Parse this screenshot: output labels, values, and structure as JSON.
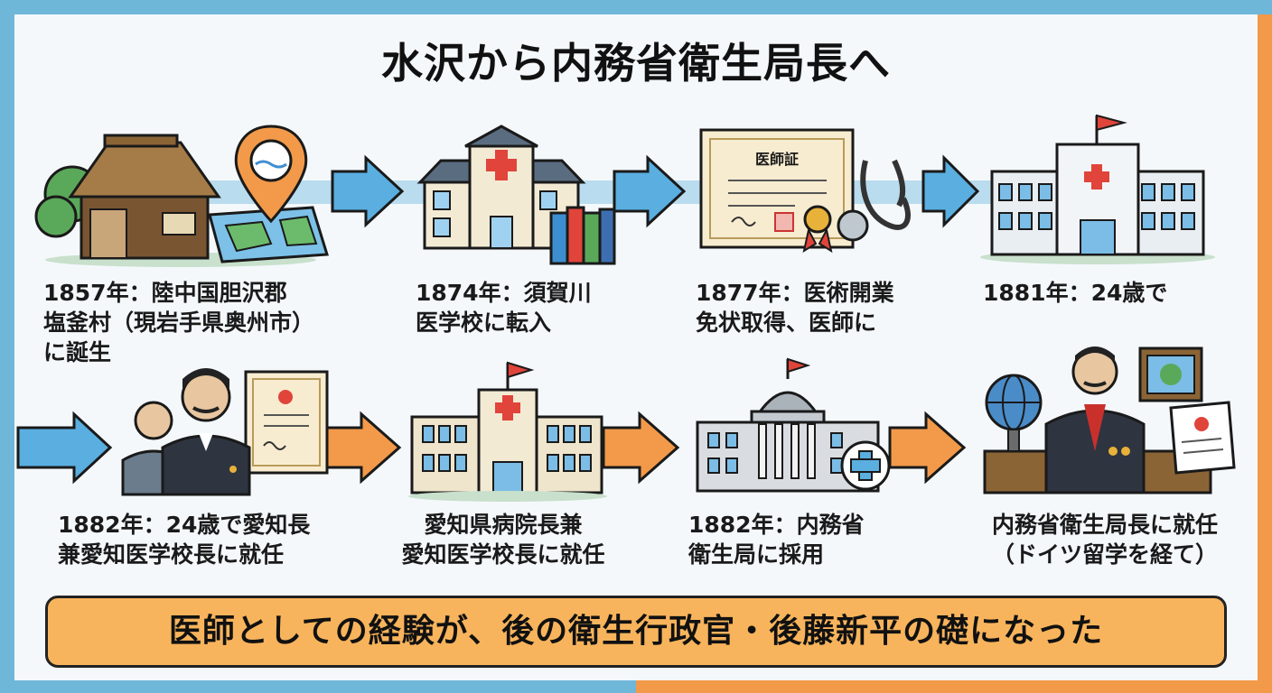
{
  "title": "水沢から内務省衛生局長へ",
  "steps": [
    {
      "caption": "1857年：陸中国胆沢郡\n塩釜村（現岩手県奥州市）\nに誕生",
      "icon": "thatched-house-map-icon"
    },
    {
      "caption": "1874年：須賀川\n医学校に転入",
      "icon": "hospital-books-icon"
    },
    {
      "caption": "1877年：医術開業\n免状取得、医師に",
      "icon": "certificate-stethoscope-icon"
    },
    {
      "caption": "1881年：24歳で",
      "icon": "hospital-building-icon"
    },
    {
      "caption": "1882年：24歳で愛知長\n兼愛知医学校長に就任",
      "icon": "officials-document-icon"
    },
    {
      "caption": "愛知県病院長兼\n愛知医学校長に就任",
      "icon": "large-hospital-icon"
    },
    {
      "caption": "1882年：内務省\n衛生局に採用",
      "icon": "ministry-building-icon"
    },
    {
      "caption": "内務省衛生局長に就任\n（ドイツ留学を経て）",
      "icon": "official-desk-globe-icon"
    }
  ],
  "certificate_label": "医師証",
  "banner": "医師としての経験が、後の衛生行政官・後藤新平の礎になった",
  "colors": {
    "blue": "#6fb7d9",
    "orange": "#f29a4a",
    "banner": "#f8b45c",
    "red": "#e0443a"
  }
}
